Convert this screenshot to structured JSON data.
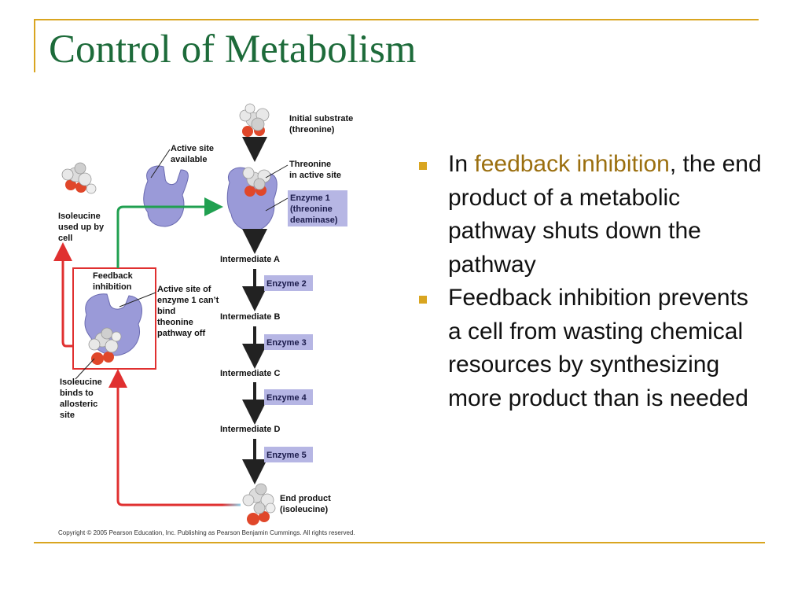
{
  "slide": {
    "title": "Control of Metabolism"
  },
  "diagram": {
    "labels": {
      "initial_substrate": [
        "Initial substrate",
        "(threonine)"
      ],
      "active_site_available": [
        "Active site",
        "available"
      ],
      "threonine_active_site": [
        "Threonine",
        "in active site"
      ],
      "isoleucine_used": [
        "Isoleucine",
        "used up by",
        "cell"
      ],
      "feedback_inhibition": [
        "Feedback",
        "inhibition"
      ],
      "active_site_cant_bind": [
        "Active site of",
        "enzyme 1 can’t",
        "bind",
        "theonine",
        "pathway off"
      ],
      "isoleucine_binds": [
        "Isoleucine",
        "binds to",
        "allosteric",
        "site"
      ],
      "end_product": [
        "End product",
        "(isoleucine)"
      ]
    },
    "enzyme1": [
      "Enzyme 1",
      "(threonine",
      "deaminase)"
    ],
    "intermediates": [
      "Intermediate A",
      "Intermediate B",
      "Intermediate C",
      "Intermediate D"
    ],
    "enzymes": [
      "Enzyme 2",
      "Enzyme 3",
      "Enzyme 4",
      "Enzyme 5"
    ],
    "copyright": "Copyright © 2005 Pearson Education, Inc. Publishing as Pearson Benjamin Cummings. All rights reserved."
  },
  "bullets": [
    {
      "prefix": "In ",
      "highlight": "feedback inhibition",
      "suffix": ", the end product of a metabolic pathway shuts down the pathway"
    },
    {
      "text": "Feedback inhibition prevents a cell from wasting chemical resources by synthesizing more product than is needed"
    }
  ],
  "colors": {
    "accent": "#d9a520",
    "title": "#1d6b3a",
    "highlight": "#9b6f0f",
    "enzyme": "#9a9ad8",
    "feedback_arrow": "#e03030",
    "activation_arrow": "#20a050"
  }
}
